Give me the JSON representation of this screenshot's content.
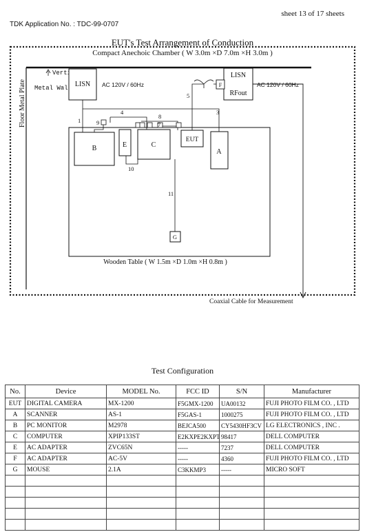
{
  "header": {
    "sheet": "sheet 13 of 17 sheets",
    "application": "TDK Application No. : TDC-99-0707"
  },
  "diagram": {
    "title": "EUT's Test Arrangement of Conduction",
    "chamber": "Compact Anechoic Chamber ( W 3.0m ×D 7.0m ×H 3.0m )",
    "floor_label": "Floor Metal Plate",
    "wall_label_1": "Vertical",
    "wall_label_2": "Metal Wall",
    "lisn_left": "LISN",
    "lisn_right": "LISN",
    "rfout": "RFout",
    "ac_left": "AC 120V / 60Hz",
    "ac_right": "AC 120V / 60Hz",
    "f_box": "F",
    "table_label": "Wooden Table ( W 1.5m ×D 1.0m ×H 0.8m )",
    "coax_label": "Coaxial Cable for Measurement",
    "boxes": {
      "b": "B",
      "e": "E",
      "c": "C",
      "eut": "EUT",
      "a": "A",
      "g": "G"
    },
    "cables": [
      "1",
      "3",
      "4",
      "5",
      "7",
      "8",
      "9",
      "10",
      "11"
    ]
  },
  "config": {
    "title": "Test Configuration",
    "headers": [
      "No.",
      "Device",
      "MODEL No.",
      "FCC ID",
      "S/N",
      "Manufacturer"
    ],
    "rows": [
      [
        "EUT",
        "DIGITAL CAMERA",
        "MX-1200",
        "F5GMX-1200",
        "UA00132",
        "FUJI PHOTO FILM CO. , LTD"
      ],
      [
        "A",
        "SCANNER",
        "AS-1",
        "F5GAS-1",
        "1000275",
        "FUJI PHOTO FILM CO. , LTD"
      ],
      [
        "B",
        "PC MONITOR",
        "M2978",
        "BEJCA500",
        "CY5430HF3CV",
        "LG ELECTRONICS , INC ."
      ],
      [
        "C",
        "COMPUTER",
        "XPIP133ST",
        "E2KXPE2KXPT",
        "98417",
        "DELL COMPUTER"
      ],
      [
        "E",
        "AC ADAPTER",
        "ZVC65N",
        "-----",
        "7237",
        "DELL COMPUTER"
      ],
      [
        "F",
        "AC ADAPTER",
        "AC-5V",
        "-----",
        "4360",
        "FUJI PHOTO FILM CO. , LTD"
      ],
      [
        "G",
        "MOUSE",
        "2.1A",
        "C3KKMP3",
        "-----",
        "MICRO SOFT"
      ],
      [
        "",
        "",
        "",
        "",
        "",
        ""
      ],
      [
        "",
        "",
        "",
        "",
        "",
        ""
      ],
      [
        "",
        "",
        "",
        "",
        "",
        ""
      ],
      [
        "",
        "",
        "",
        "",
        "",
        ""
      ],
      [
        "",
        "",
        "",
        "",
        "",
        ""
      ]
    ]
  }
}
